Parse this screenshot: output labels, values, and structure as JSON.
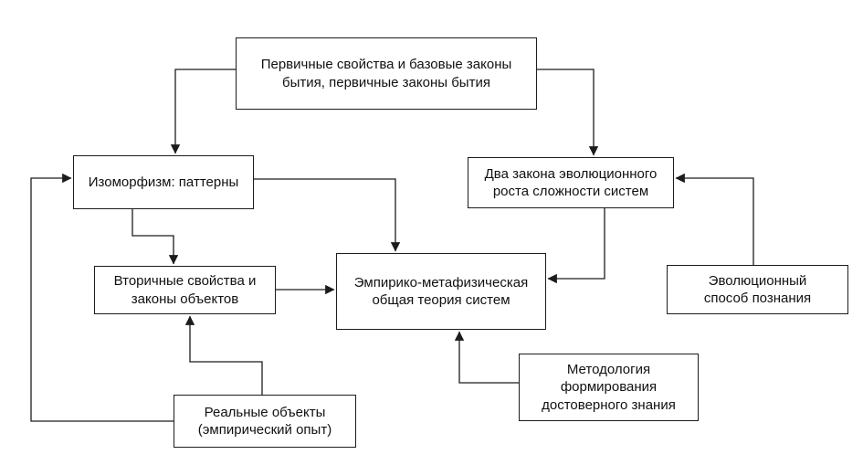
{
  "diagram": {
    "background_color": "#ffffff",
    "box_fill_color": "#ffffff",
    "line_color": "#1c1c1c",
    "text_color": "#111111",
    "nodes": {
      "primary": {
        "label": "Первичные свойства и базовые законы бытия, первичные законы бытия"
      },
      "isomorphism": {
        "label": "Изоморфизм: паттерны"
      },
      "two_laws": {
        "label": "Два закона эволюционного роста сложности систем"
      },
      "secondary": {
        "label": "Вторичные свойства и законы объектов"
      },
      "emt": {
        "label": "Эмпирико-метафизическая общая теория систем"
      },
      "evolution": {
        "label": "Эволюционный способ познания"
      },
      "methodology": {
        "label": "Методология формирования достоверного знания"
      },
      "real_objects": {
        "label": "Реальные объекты (эмпирический опыт)"
      }
    },
    "edges": [
      {
        "from": "primary",
        "to": "isomorphism"
      },
      {
        "from": "primary",
        "to": "two_laws"
      },
      {
        "from": "isomorphism",
        "to": "emt"
      },
      {
        "from": "isomorphism",
        "to": "secondary"
      },
      {
        "from": "secondary",
        "to": "emt"
      },
      {
        "from": "two_laws",
        "to": "emt"
      },
      {
        "from": "evolution",
        "to": "two_laws"
      },
      {
        "from": "methodology",
        "to": "emt"
      },
      {
        "from": "real_objects",
        "to": "secondary"
      },
      {
        "from": "real_objects",
        "to": "isomorphism"
      }
    ]
  }
}
